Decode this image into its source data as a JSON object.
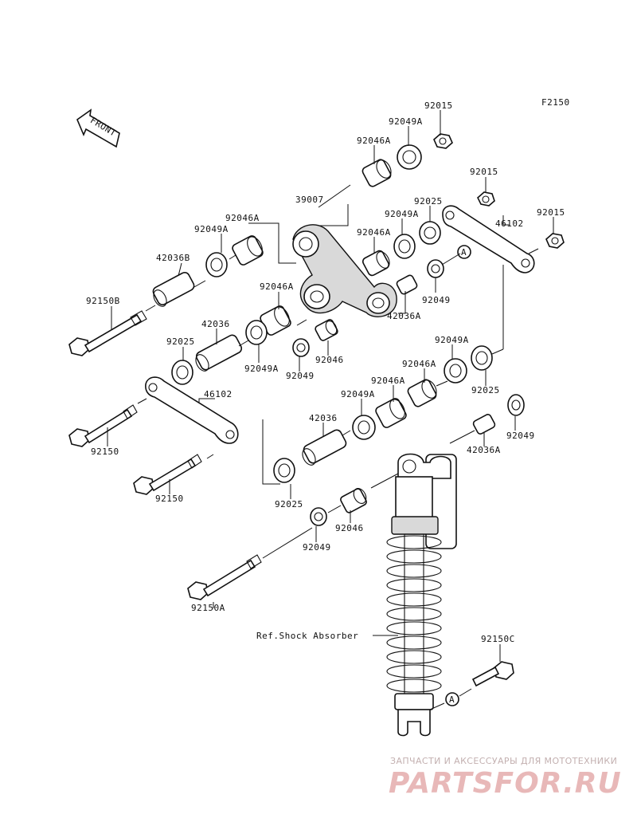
{
  "figure_code": "F2150",
  "front_label": "FRONT",
  "callout_symbol": "A",
  "parts": {
    "p92015_a": "92015",
    "p92049a_a": "92049A",
    "p92046a_a": "92046A",
    "p39007": "39007",
    "p92015_b": "92015",
    "p92025_a": "92025",
    "p92049a_b": "92049A",
    "p46102_a": "46102",
    "p92015_c": "92015",
    "p92046a_b": "92046A",
    "p92049a_c": "92049A",
    "p42036b": "42036B",
    "p92046a_c": "92046A",
    "p92049_a": "92049",
    "p92150b": "92150B",
    "p92046a_d": "92046A",
    "p42036a_a": "42036A",
    "p42036_a": "42036",
    "p92025_b": "92025",
    "p92049a_d": "92049A",
    "p92049_b": "92049",
    "p92046_a": "92046",
    "p92049a_e": "92049A",
    "p92046a_e": "92046A",
    "p92046a_f": "92046A",
    "p92025_c": "92025",
    "p46102_b": "46102",
    "p92049a_f": "92049A",
    "p42036_b": "42036",
    "p92150_a": "92150",
    "p92150_b": "92150",
    "p42036a_b": "42036A",
    "p92049_c": "92049",
    "p92025_d": "92025",
    "p92046_b": "92046",
    "p92049_d": "92049",
    "p92150a": "92150A",
    "ref_shock": "Ref.Shock Absorber",
    "p92150c": "92150C"
  },
  "watermark": {
    "tagline": "ЗАПЧАСТИ И АКСЕССУАРЫ ДЛЯ МОТОТЕХНИКИ",
    "brand": "PARTSFOR.RU"
  }
}
